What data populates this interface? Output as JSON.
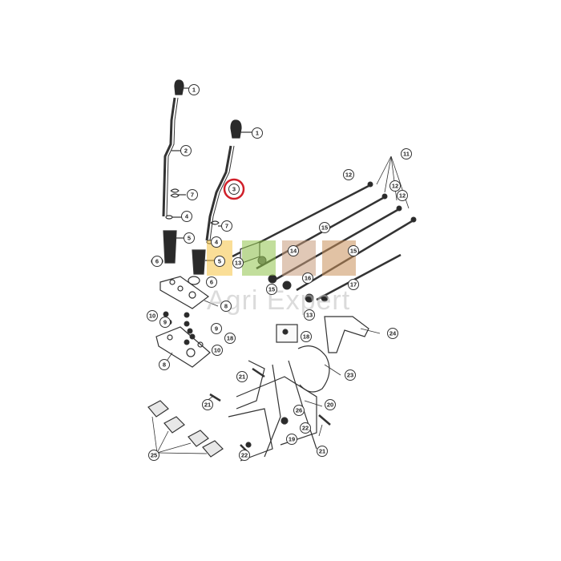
{
  "diagram": {
    "callouts": [
      {
        "id": "c1a",
        "label": "1"
      },
      {
        "id": "c1b",
        "label": "1"
      },
      {
        "id": "c2",
        "label": "2"
      },
      {
        "id": "c3",
        "label": "3"
      },
      {
        "id": "c4a",
        "label": "4"
      },
      {
        "id": "c4b",
        "label": "4"
      },
      {
        "id": "c5a",
        "label": "5"
      },
      {
        "id": "c5b",
        "label": "5"
      },
      {
        "id": "c6a",
        "label": "6"
      },
      {
        "id": "c6b",
        "label": "6"
      },
      {
        "id": "c7a",
        "label": "7"
      },
      {
        "id": "c7b",
        "label": "7"
      },
      {
        "id": "c8a",
        "label": "8"
      },
      {
        "id": "c8b",
        "label": "8"
      },
      {
        "id": "c9",
        "label": "9"
      },
      {
        "id": "c9b",
        "label": "9"
      },
      {
        "id": "c10a",
        "label": "10"
      },
      {
        "id": "c10b",
        "label": "10"
      },
      {
        "id": "c11",
        "label": "11"
      },
      {
        "id": "c12a",
        "label": "12"
      },
      {
        "id": "c12b",
        "label": "12"
      },
      {
        "id": "c12c",
        "label": "12"
      },
      {
        "id": "c13a",
        "label": "13"
      },
      {
        "id": "c13b",
        "label": "13"
      },
      {
        "id": "c14",
        "label": "14"
      },
      {
        "id": "c15a",
        "label": "15"
      },
      {
        "id": "c15b",
        "label": "15"
      },
      {
        "id": "c15c",
        "label": "15"
      },
      {
        "id": "c16",
        "label": "16"
      },
      {
        "id": "c17",
        "label": "17"
      },
      {
        "id": "c18a",
        "label": "18"
      },
      {
        "id": "c18b",
        "label": "18"
      },
      {
        "id": "c19",
        "label": "19"
      },
      {
        "id": "c20",
        "label": "20"
      },
      {
        "id": "c21a",
        "label": "21"
      },
      {
        "id": "c21b",
        "label": "21"
      },
      {
        "id": "c21c",
        "label": "21"
      },
      {
        "id": "c22a",
        "label": "22"
      },
      {
        "id": "c22b",
        "label": "22"
      },
      {
        "id": "c23",
        "label": "23"
      },
      {
        "id": "c24",
        "label": "24"
      },
      {
        "id": "c25",
        "label": "25"
      },
      {
        "id": "c26",
        "label": "26"
      }
    ],
    "highlight_label": "3"
  },
  "watermark": {
    "text": "Agri Expert",
    "colors": [
      "#f5c242",
      "#8fc24a",
      "#c79a7a",
      "#c8905a"
    ]
  },
  "colors": {
    "line": "#333333",
    "part_dark": "#2a2a2a",
    "highlight": "#d0202a"
  }
}
